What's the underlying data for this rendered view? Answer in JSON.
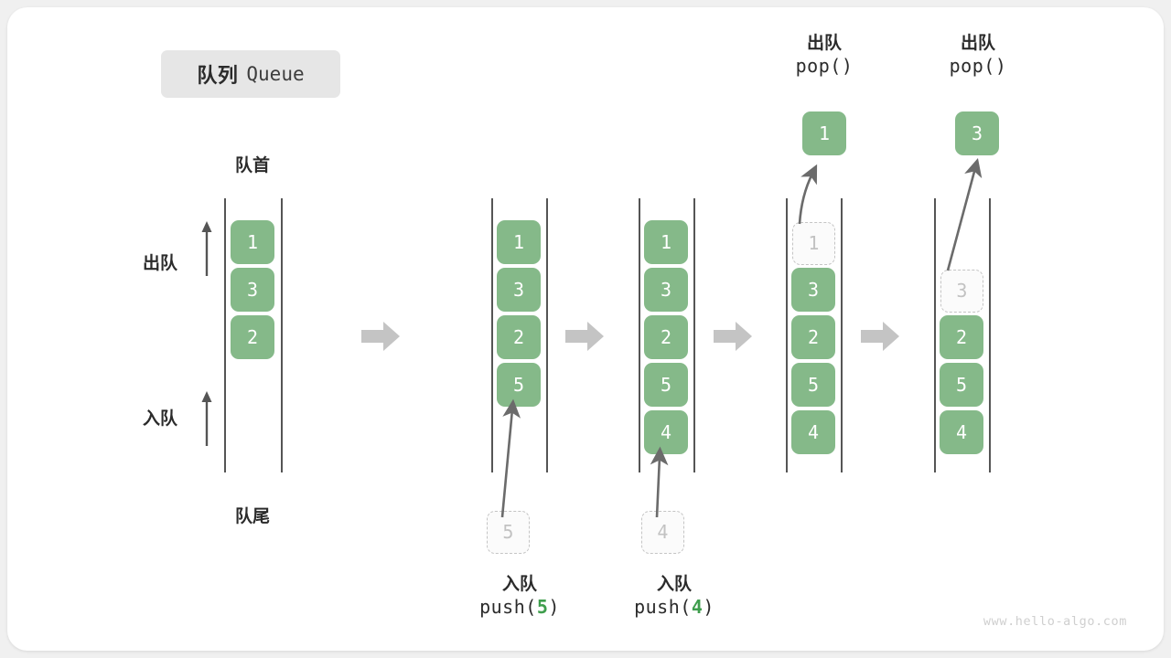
{
  "title": {
    "cn": "队列",
    "en": "Queue"
  },
  "labels": {
    "head": "队首",
    "tail": "队尾",
    "dequeue": "出队",
    "enqueue": "入队"
  },
  "watermark": "www.hello-algo.com",
  "colors": {
    "element": "#85b989",
    "ghost_text": "#c2c2c2",
    "accent_number": "#3f9e4d",
    "rail": "#555555",
    "step_arrow": "#c4c4c4",
    "card": "#ffffff",
    "background": "#f0f0f0",
    "badge": "#e6e6e6"
  },
  "stages": [
    {
      "name": "initial",
      "items": [
        "1",
        "3",
        "2"
      ],
      "ghost": null,
      "operation": null
    },
    {
      "name": "after-push-5",
      "items": [
        "1",
        "3",
        "2",
        "5"
      ],
      "ghost": {
        "value": "5",
        "position": "below"
      },
      "operation": {
        "cn": "入队",
        "code_prefix": "push(",
        "code_value": "5",
        "code_suffix": ")"
      }
    },
    {
      "name": "after-push-4",
      "items": [
        "1",
        "3",
        "2",
        "5",
        "4"
      ],
      "ghost": {
        "value": "4",
        "position": "below"
      },
      "operation": {
        "cn": "入队",
        "code_prefix": "push(",
        "code_value": "4",
        "code_suffix": ")"
      }
    },
    {
      "name": "after-pop-1",
      "items": [
        "3",
        "2",
        "5",
        "4"
      ],
      "ghost": {
        "value": "1",
        "position": "top"
      },
      "popped": "1",
      "operation": {
        "cn": "出队",
        "code_prefix": "pop(",
        "code_value": "",
        "code_suffix": ")"
      }
    },
    {
      "name": "after-pop-3",
      "items": [
        "2",
        "5",
        "4"
      ],
      "ghost": {
        "value": "3",
        "position": "slot2"
      },
      "popped": "3",
      "operation": {
        "cn": "出队",
        "code_prefix": "pop(",
        "code_value": "",
        "code_suffix": ")"
      }
    }
  ],
  "step_arrows": [
    "arrow-1",
    "arrow-2",
    "arrow-3",
    "arrow-4"
  ]
}
